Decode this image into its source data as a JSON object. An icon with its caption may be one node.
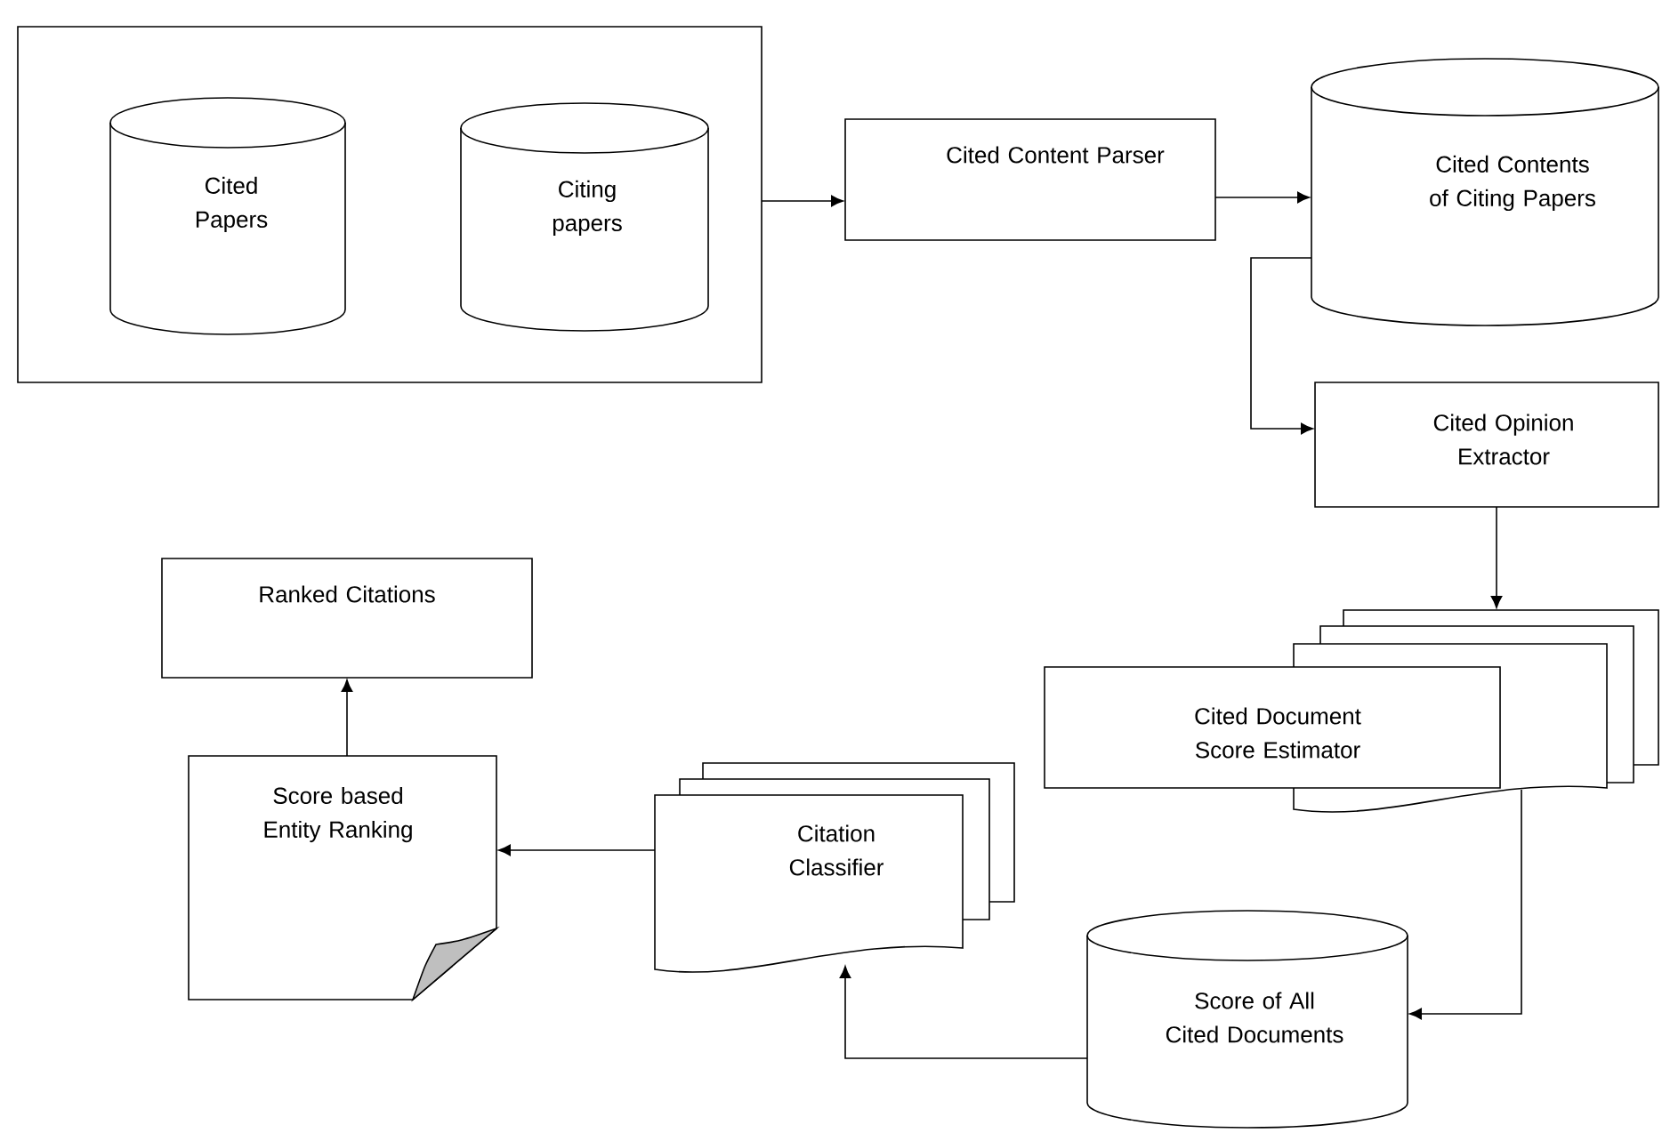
{
  "diagram": {
    "nodes": [
      {
        "text": [],
        "shape": "box"
      },
      {
        "text": [
          "Cited Papers"
        ],
        "in": 0
      },
      {
        "text": [
          "Citing papers"
        ],
        "in": 0
      },
      {
        "text": [
          "Cited Content Parser"
        ]
      },
      {
        "text": [
          "Cited Contents of Citing Papers"
        ]
      },
      {
        "text": [
          "Cited Opinion Extractor"
        ]
      },
      {
        "text": [
          "Cited Document Score Estimator"
        ]
      },
      {
        "text": [
          "Score of All Cited Documents"
        ]
      },
      {
        "text": [
          "Citation Classifier"
        ]
      },
      {
        "text": [
          "Score based Entity Ranking"
        ]
      },
      {
        "text": [
          "Ranked Citations"
        ]
      }
    ],
    "edges": [
      {
        "from": 0,
        "to": 3,
        "arrow": "to"
      },
      {
        "from": 3,
        "to": 4,
        "arrow": "to"
      },
      {
        "from": 4,
        "to": 5,
        "arrow": "to"
      },
      {
        "from": 5,
        "to": 6,
        "arrow": "to"
      },
      {
        "from": 6,
        "to": 7,
        "arrow": "to"
      },
      {
        "from": 7,
        "to": 8,
        "arrow": "to"
      },
      {
        "from": 8,
        "to": 9,
        "arrow": "to"
      },
      {
        "from": 9,
        "to": 10,
        "arrow": "to"
      }
    ]
  }
}
